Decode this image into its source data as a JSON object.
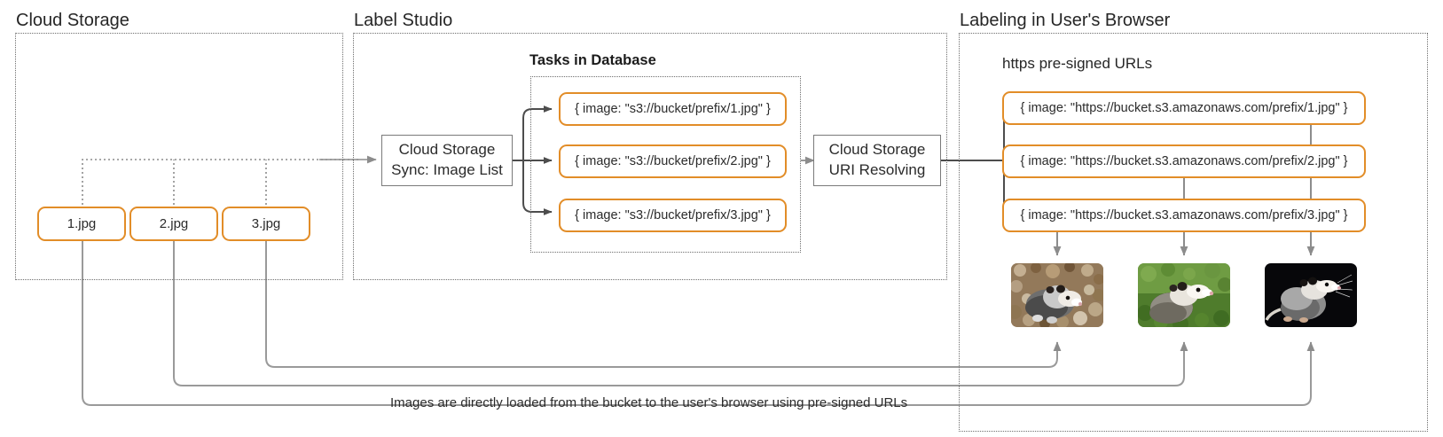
{
  "diagram": {
    "caption": "Images are directly loaded from the bucket to the user's browser using pre-signed URLs",
    "accent_orange": "#E28D28",
    "line_grey": "#808080",
    "dotted_grey": "#6e6e6e"
  },
  "groups": [
    {
      "key": "cloud_storage",
      "title": "Cloud Storage"
    },
    {
      "key": "label_studio",
      "title": "Label Studio"
    },
    {
      "key": "browser",
      "title": "Labeling in User's Browser"
    }
  ],
  "cloud_storage": {
    "title": "Cloud Storage",
    "files": [
      {
        "label": "1.jpg"
      },
      {
        "label": "2.jpg"
      },
      {
        "label": "3.jpg"
      }
    ]
  },
  "label_studio": {
    "title": "Label Studio",
    "sync_box": {
      "line1": "Cloud Storage",
      "line2": "Sync: Image List"
    },
    "resolve_box": {
      "line1": "Cloud Storage",
      "line2": "URI Resolving"
    },
    "tasks_title": "Tasks in Database",
    "tasks": [
      {
        "label": "{ image: \"s3://bucket/prefix/1.jpg\" }"
      },
      {
        "label": "{ image: \"s3://bucket/prefix/2.jpg\" }"
      },
      {
        "label": "{ image: \"s3://bucket/prefix/3.jpg\" }"
      }
    ]
  },
  "browser": {
    "title": "Labeling in User's Browser",
    "urls_title": "https pre-signed URLs",
    "urls": [
      {
        "label": "{ image: \"https://bucket.s3.amazonaws.com/prefix/1.jpg\" }"
      },
      {
        "label": "{ image: \"https://bucket.s3.amazonaws.com/prefix/2.jpg\" }"
      },
      {
        "label": "{ image: \"https://bucket.s3.amazonaws.com/prefix/3.jpg\" }"
      }
    ],
    "photos": [
      {
        "alt": "opossum-on-leaf-litter",
        "background": "#8a6f4e"
      },
      {
        "alt": "opossum-in-green-grass",
        "background": "#5f8a3a"
      },
      {
        "alt": "opossum-on-black-background",
        "background": "#0b0b0d"
      }
    ]
  }
}
